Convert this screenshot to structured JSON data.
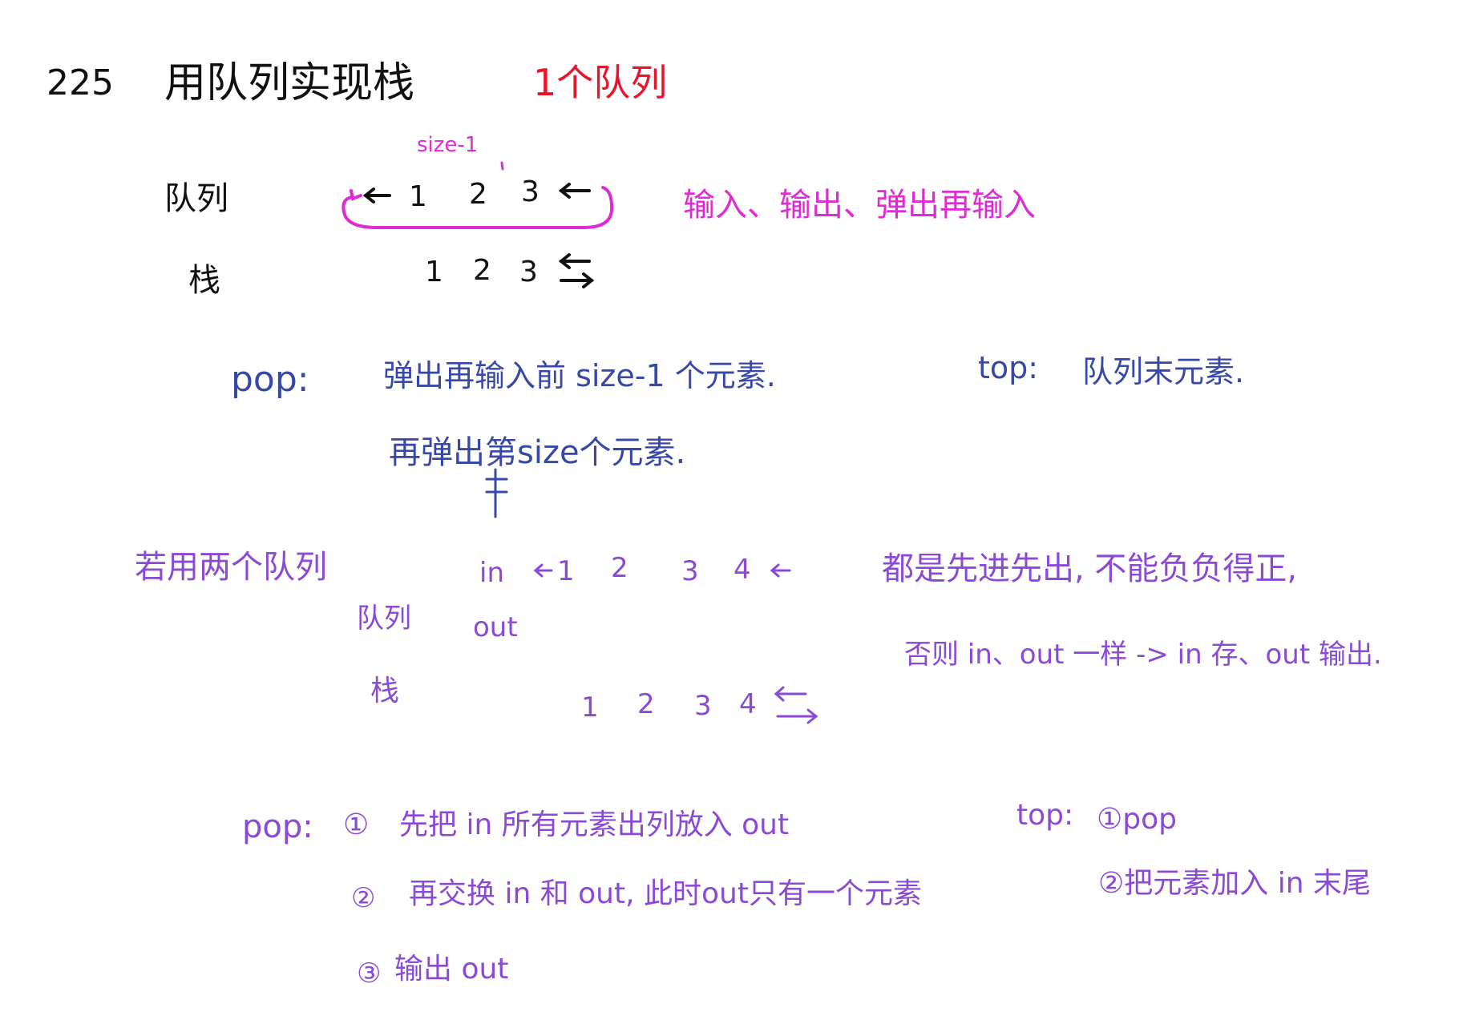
{
  "header": {
    "problem_number": "225",
    "title": "用队列实现栈",
    "subtitle": "1个队列"
  },
  "one_queue": {
    "size_note": "size-1",
    "queue_label": "队列",
    "queue_values": [
      "1",
      "2",
      "3"
    ],
    "stack_label": "栈",
    "stack_values": [
      "1",
      "2",
      "3"
    ],
    "cycle_note": "输入、输出、弹出再输入",
    "pop_label": "pop:",
    "pop_line1": "弹出再输入前 size-1 个元素.",
    "pop_line2": "再弹出第size个元素.",
    "top_label": "top:",
    "top_text": "队列末元素."
  },
  "two_queue": {
    "intro": "若用两个队列",
    "queue_label": "队列",
    "in_label": "in",
    "in_values": [
      "1",
      "2",
      "3",
      "4"
    ],
    "out_label": "out",
    "stack_label": "栈",
    "stack_values": [
      "1",
      "2",
      "3",
      "4"
    ],
    "note_line1": "都是先进先出, 不能负负得正,",
    "note_line2": "否则 in、out 一样 -> in 存、out 输出.",
    "pop_label": "pop:",
    "steps": [
      {
        "num": "①",
        "text": "先把 in 所有元素出列放入 out"
      },
      {
        "num": "②",
        "text": "再交换 in 和 out, 此时out只有一个元素"
      },
      {
        "num": "③",
        "text": "输出 out"
      }
    ],
    "top_label": "top:",
    "top_line1": "①pop",
    "top_line2": "②把元素加入 in 末尾"
  },
  "colors": {
    "ink_black": "#111111",
    "ink_red": "#e8152b",
    "ink_magenta": "#df2bd3",
    "ink_navy": "#3848a8",
    "ink_violet": "#8a4ad6"
  }
}
